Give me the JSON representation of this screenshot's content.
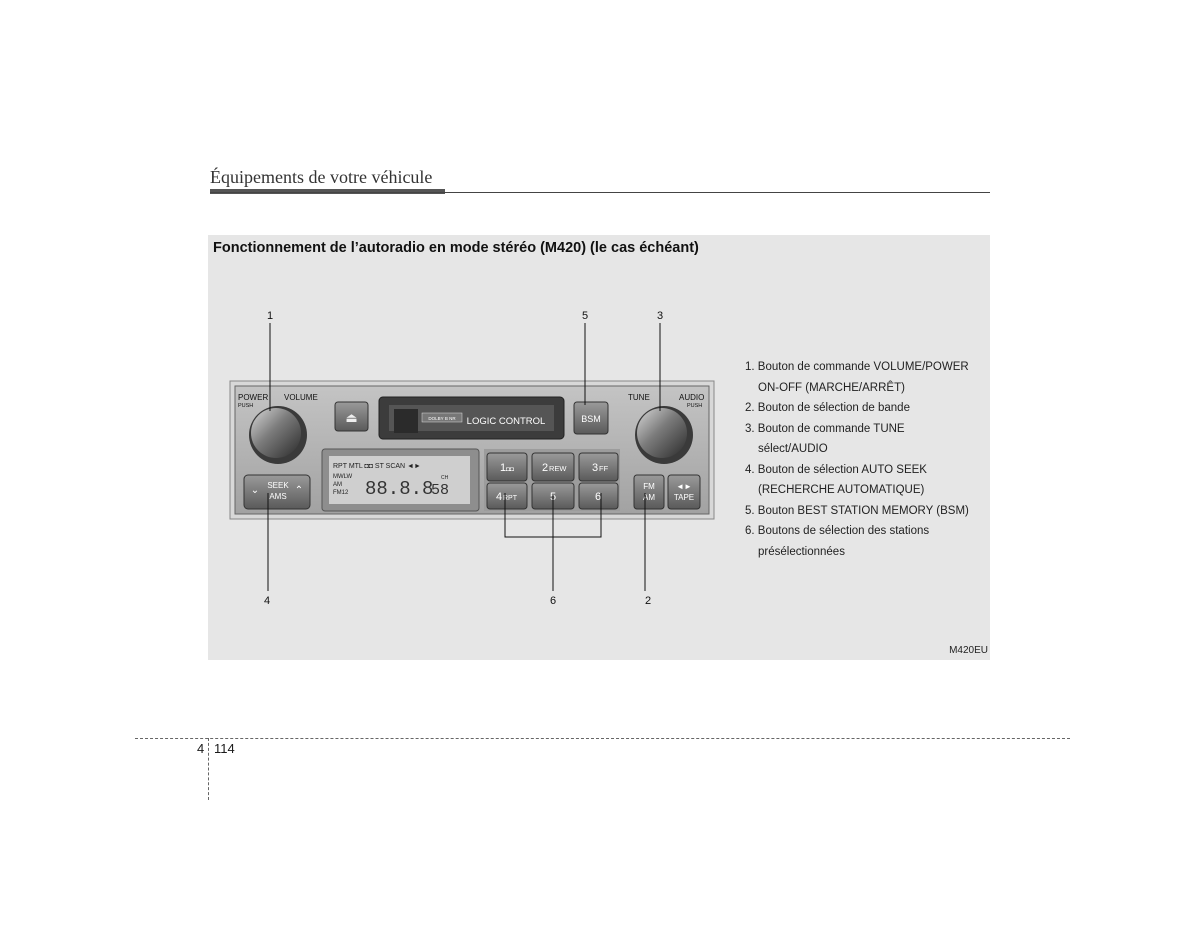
{
  "header": {
    "section_title": "Équipements de votre véhicule"
  },
  "figure": {
    "heading": "Fonctionnement de l’autoradio en mode stéréo (M420) (le cas échéant)",
    "code": "M420EU",
    "callouts": [
      "1",
      "5",
      "3",
      "4",
      "6",
      "2"
    ],
    "radio": {
      "power_label": "POWER",
      "push_label_left": "PUSH",
      "volume_label": "VOLUME",
      "tune_label": "TUNE",
      "audio_label": "AUDIO",
      "push_label_right": "PUSH",
      "eject_symbol": "⏏",
      "logic_control": "LOGIC CONTROL",
      "dolby_text": "DOLBY B NR",
      "bsm_label": "BSM",
      "seek_label": "SEEK",
      "ams_label": "AMS",
      "display_top": "RPT  MTL  ◘◘  ST  SCAN  ◄►",
      "display_mwlw": "MWLW",
      "display_am": "AM",
      "display_fm12": "FM12",
      "display_ch": "CH",
      "display_digits": "88.8.8",
      "display_small": "58",
      "preset_1": "1",
      "preset_1_sub": "◘◘",
      "preset_2": "2",
      "preset_2_sub": "REW",
      "preset_3": "3",
      "preset_3_sub": "FF",
      "preset_4": "4",
      "preset_4_sub": "RPT",
      "preset_5": "5",
      "preset_6": "6",
      "fm_label": "FM",
      "am_label": "AM",
      "tape_arrows": "◄►",
      "tape_label": "TAPE"
    },
    "legend": [
      {
        "line1": "1. Bouton de commande VOLUME/POWER",
        "line2": "ON-OFF (MARCHE/ARRÊT)"
      },
      {
        "line1": "2. Bouton de sélection de bande",
        "line2": ""
      },
      {
        "line1": "3. Bouton de commande TUNE",
        "line2": "sélect/AUDIO"
      },
      {
        "line1": "4. Bouton de sélection AUTO SEEK",
        "line2": "(RECHERCHE AUTOMATIQUE)"
      },
      {
        "line1": "5. Bouton BEST STATION MEMORY (BSM)",
        "line2": ""
      },
      {
        "line1": "6. Boutons de sélection des stations",
        "line2": "présélectionnées"
      }
    ]
  },
  "footer": {
    "chapter": "4",
    "page": "114"
  }
}
